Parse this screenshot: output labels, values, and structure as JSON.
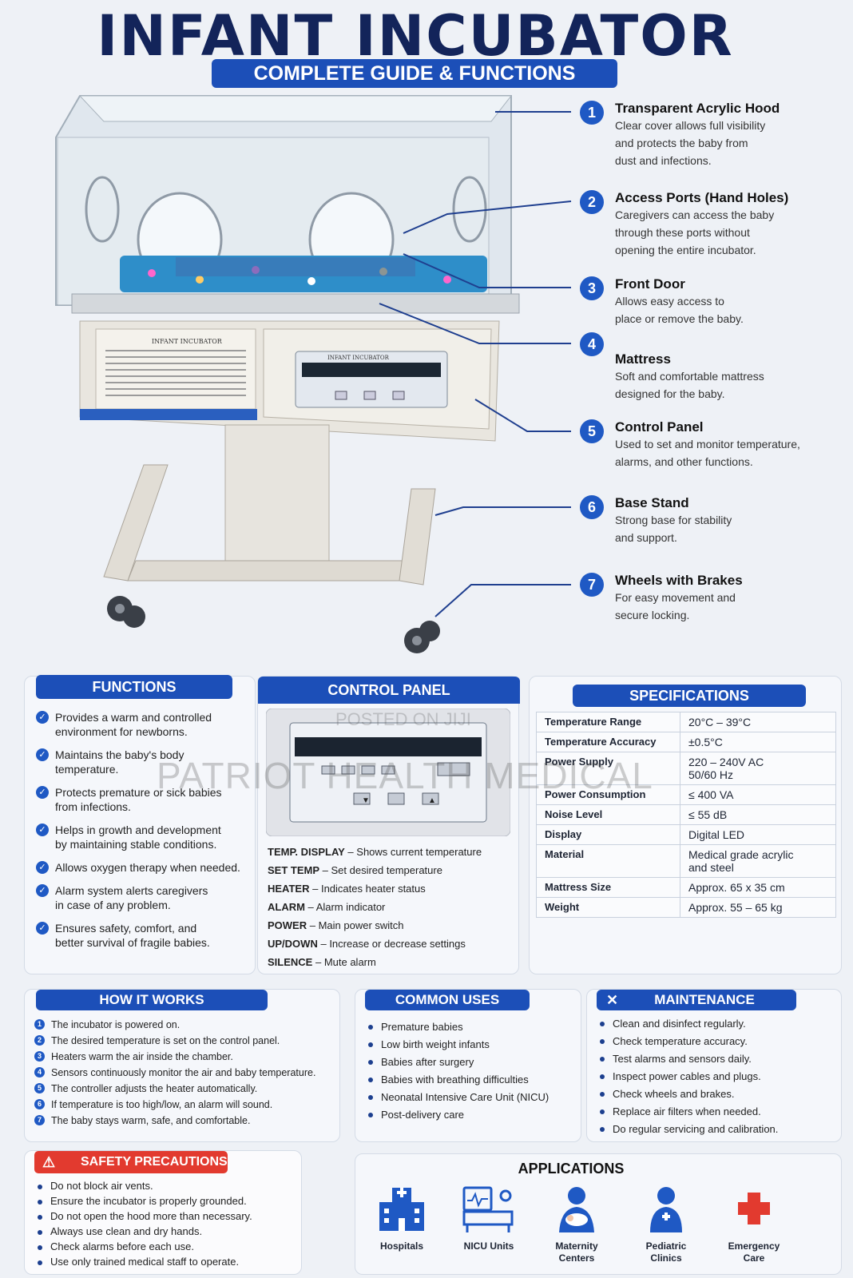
{
  "title": "INFANT INCUBATOR",
  "subtitle": "COMPLETE GUIDE & FUNCTIONS",
  "device_labels": {
    "side_label": "INFANT INCUBATOR",
    "panel_label": "INFANT INCUBATOR"
  },
  "callouts": [
    {
      "num": "1",
      "title": "Transparent Acrylic Hood",
      "desc": [
        "Clear cover allows full visibility",
        "and protects the baby from",
        "dust and infections."
      ]
    },
    {
      "num": "2",
      "title": "Access Ports (Hand Holes)",
      "desc": [
        "Caregivers can access the baby",
        "through these ports without",
        "opening the entire incubator."
      ]
    },
    {
      "num": "3",
      "title": "Front Door",
      "desc": [
        "Allows easy access to",
        "place or remove the baby."
      ]
    },
    {
      "num": "4",
      "title": "Mattress",
      "desc": [
        "Soft and comfortable mattress",
        "designed for the baby."
      ]
    },
    {
      "num": "5",
      "title": "Control Panel",
      "desc": [
        "Used to set and monitor temperature,",
        "alarms, and other functions."
      ]
    },
    {
      "num": "6",
      "title": "Base Stand",
      "desc": [
        "Strong base for stability",
        "and support."
      ]
    },
    {
      "num": "7",
      "title": "Wheels with Brakes",
      "desc": [
        "For easy movement and",
        "secure locking."
      ]
    }
  ],
  "functions": {
    "heading": "FUNCTIONS",
    "items": [
      [
        "Provides a warm and controlled",
        "environment for newborns."
      ],
      [
        "Maintains the baby's body",
        "temperature."
      ],
      [
        "Protects premature or sick babies",
        "from infections."
      ],
      [
        "Helps in growth and development",
        "by maintaining stable conditions."
      ],
      [
        "Allows oxygen therapy when needed."
      ],
      [
        "Alarm system alerts caregivers",
        "in case of any problem."
      ],
      [
        "Ensures safety, comfort, and",
        "better survival of fragile babies."
      ]
    ]
  },
  "control_panel": {
    "heading": "CONTROL PANEL",
    "rows": [
      {
        "key": "TEMP. DISPLAY",
        "val": "Shows current temperature"
      },
      {
        "key": "SET TEMP",
        "val": "Set desired temperature"
      },
      {
        "key": "HEATER",
        "val": "Indicates heater status"
      },
      {
        "key": "ALARM",
        "val": "Alarm indicator"
      },
      {
        "key": "POWER",
        "val": "Main power switch"
      },
      {
        "key": "UP/DOWN",
        "val": "Increase or decrease settings"
      },
      {
        "key": "SILENCE",
        "val": "Mute alarm"
      }
    ]
  },
  "specifications": {
    "heading": "SPECIFICATIONS",
    "rows": [
      {
        "key": "Temperature Range",
        "val": "20°C – 39°C"
      },
      {
        "key": "Temperature Accuracy",
        "val": "±0.5°C"
      },
      {
        "key": "Power Supply",
        "val": "220 – 240V AC\n50/60 Hz"
      },
      {
        "key": "Power Consumption",
        "val": "≤ 400 VA"
      },
      {
        "key": "Noise Level",
        "val": "≤ 55 dB"
      },
      {
        "key": "Display",
        "val": "Digital LED"
      },
      {
        "key": "Material",
        "val": "Medical grade acrylic\nand steel"
      },
      {
        "key": "Mattress Size",
        "val": "Approx. 65 x 35 cm"
      },
      {
        "key": "Weight",
        "val": "Approx. 55 – 65 kg"
      }
    ]
  },
  "how_it_works": {
    "heading": "HOW IT WORKS",
    "steps": [
      {
        "n": "1",
        "text": "The incubator is powered on."
      },
      {
        "n": "2",
        "text": "The desired temperature is set on the control panel."
      },
      {
        "n": "3",
        "text": "Heaters warm the air inside the chamber."
      },
      {
        "n": "4",
        "text": "Sensors continuously monitor the air and baby temperature."
      },
      {
        "n": "5",
        "text": "The controller adjusts the heater automatically."
      },
      {
        "n": "6",
        "text": "If temperature is too high/low, an alarm will sound."
      },
      {
        "n": "7",
        "text": "The baby stays warm, safe, and comfortable."
      }
    ]
  },
  "common_uses": {
    "heading": "COMMON USES",
    "items": [
      "Premature babies",
      "Low birth weight infants",
      "Babies after surgery",
      "Babies with breathing difficulties",
      "Neonatal Intensive Care Unit (NICU)",
      "Post-delivery care"
    ]
  },
  "maintenance": {
    "heading": "MAINTENANCE",
    "items": [
      "Clean and disinfect regularly.",
      "Check temperature accuracy.",
      "Test alarms and sensors daily.",
      "Inspect power cables and plugs.",
      "Check wheels and brakes.",
      "Replace air filters when needed.",
      "Do regular servicing and calibration."
    ]
  },
  "safety": {
    "heading": "SAFETY PRECAUTIONS",
    "items": [
      "Do not block air vents.",
      "Ensure the incubator is properly grounded.",
      "Do not open the hood more than necessary.",
      "Always use clean and dry hands.",
      "Check alarms before each use.",
      "Use only trained medical staff to operate."
    ]
  },
  "applications": {
    "heading": "APPLICATIONS",
    "items": [
      {
        "label": "Hospitals",
        "icon": "hospital-icon"
      },
      {
        "label": "NICU Units",
        "icon": "nicu-monitor-icon"
      },
      {
        "label": "Maternity\nCenters",
        "icon": "mother-baby-icon"
      },
      {
        "label": "Pediatric\nClinics",
        "icon": "doctor-icon"
      },
      {
        "label": "Emergency\nCare",
        "icon": "red-cross-icon"
      }
    ]
  },
  "watermarks": {
    "main": "PATRIOT HEALTH MEDICAL",
    "small": "POSTED ON JIJI"
  },
  "colors": {
    "brand_blue": "#1c4fb8",
    "title_navy": "#13245a",
    "alert_red": "#e23a2f"
  }
}
